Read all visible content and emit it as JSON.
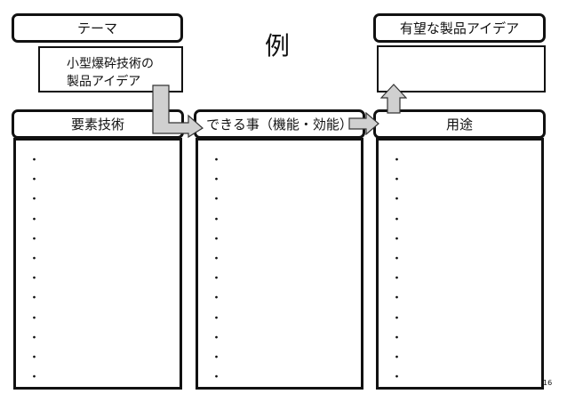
{
  "slide": {
    "example_label": "例",
    "page_number": "16"
  },
  "theme": {
    "header": "テーマ",
    "body_line1": "小型爆砕技術の",
    "body_line2": "製品アイデア"
  },
  "promising": {
    "header": "有望な製品アイデア",
    "body": ""
  },
  "columns": {
    "elements": {
      "header": "要素技術"
    },
    "capabilities": {
      "header": "できる事（機能・効能）"
    },
    "uses": {
      "header": "用途"
    }
  },
  "bullet": "・",
  "colors": {
    "border": "#111111",
    "arrow_fill": "#d0d0d0",
    "arrow_stroke": "#333333"
  }
}
